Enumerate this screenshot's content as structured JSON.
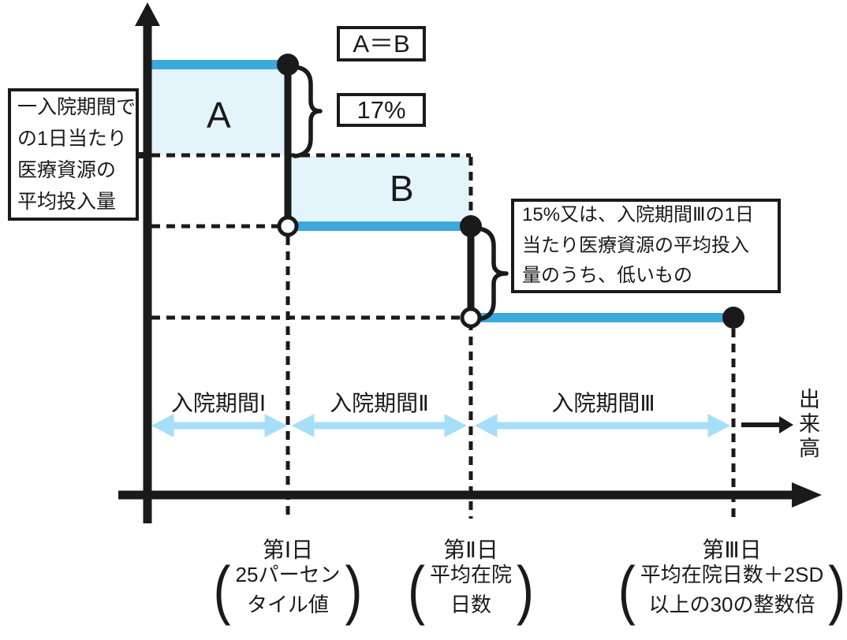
{
  "colors": {
    "step_blue": "#3DA8DB",
    "region_fill": "#E3F4FB",
    "period_arrow_blue": "#A6DEF7",
    "line_black": "#1A1A1A"
  },
  "y_axis_label": {
    "lines": [
      "一入院期間で",
      "の1日当たり",
      "医療資源の",
      "平均投入量"
    ]
  },
  "annotations": {
    "a_equals_b": "A＝B",
    "pct17": "17%",
    "pct15_lines": [
      "15%又は、入院期間Ⅲの1日",
      "当たり医療資源の平均投入",
      "量のうち、低いもの"
    ],
    "region_a": "A",
    "region_b": "B"
  },
  "periods": [
    {
      "label": "入院期間Ⅰ"
    },
    {
      "label": "入院期間Ⅱ"
    },
    {
      "label": "入院期間Ⅲ"
    }
  ],
  "fee_for_service": "出来高",
  "x_ticks": [
    {
      "day": "第Ⅰ日",
      "note_lines": [
        "25パーセン",
        "タイル値"
      ]
    },
    {
      "day": "第Ⅱ日",
      "note_lines": [
        "平均在院",
        "日数"
      ]
    },
    {
      "day": "第Ⅲ日",
      "note_lines": [
        "平均在院日数＋2SD",
        "以上の30の整数倍"
      ]
    }
  ]
}
